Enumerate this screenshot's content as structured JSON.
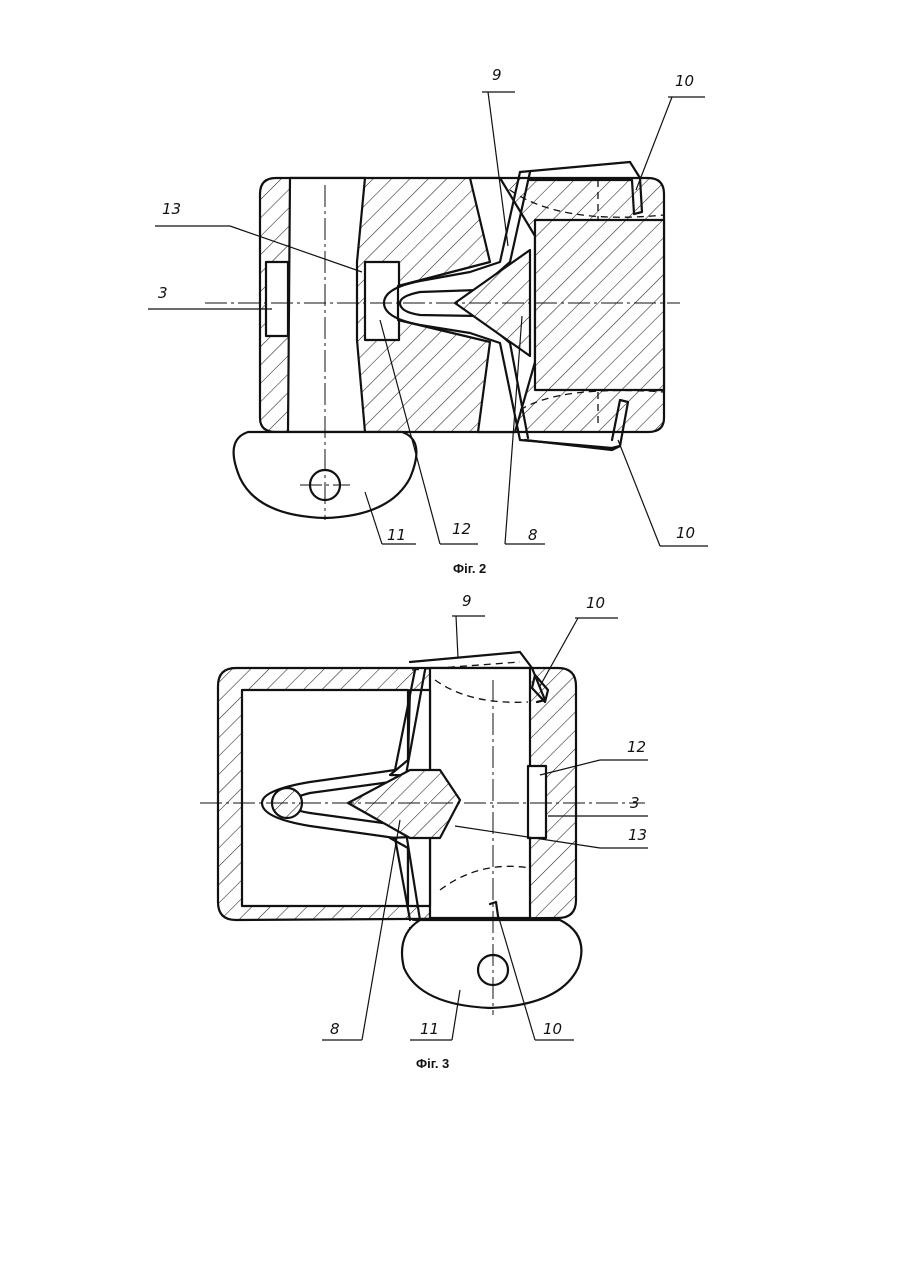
{
  "figures": [
    {
      "caption": "Фіг. 2",
      "labels": {
        "l3": "3",
        "l8": "8",
        "l9": "9",
        "l10a": "10",
        "l10b": "10",
        "l11": "11",
        "l12": "12",
        "l13": "13"
      }
    },
    {
      "caption": "Фіг. 3",
      "labels": {
        "l3": "3",
        "l8": "8",
        "l9": "9",
        "l10a": "10",
        "l10b": "10",
        "l11": "11",
        "l12": "12",
        "l13": "13"
      }
    }
  ]
}
